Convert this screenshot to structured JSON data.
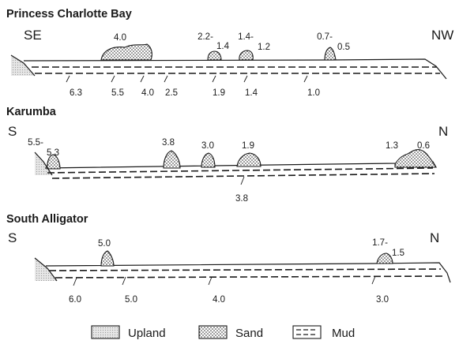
{
  "legend": {
    "upland": "Upland",
    "sand": "Sand",
    "mud": "Mud"
  },
  "sections": [
    {
      "title": "Princess Charlotte Bay",
      "dir_left": "SE",
      "dir_right": "NW",
      "ridge_labels": [
        "4.0",
        "2.2-",
        "1.4",
        "1.4-",
        "1.2",
        "0.7-",
        "0.5"
      ],
      "mud_labels": [
        "6.3",
        "5.5",
        "4.0",
        "2.5",
        "1.9",
        "1.4",
        "1.0"
      ]
    },
    {
      "title": "Karumba",
      "dir_left": "S",
      "dir_right": "N",
      "ridge_labels": [
        "5.5-",
        "5.3",
        "3.8",
        "3.0",
        "1.9",
        "1.3",
        "0.6"
      ],
      "mud_labels": [
        "3.8"
      ]
    },
    {
      "title": "South Alligator",
      "dir_left": "S",
      "dir_right": "N",
      "ridge_labels": [
        "5.0",
        "1.7-",
        "1.5"
      ],
      "mud_labels": [
        "6.0",
        "5.0",
        "4.0",
        "3.0"
      ]
    }
  ]
}
